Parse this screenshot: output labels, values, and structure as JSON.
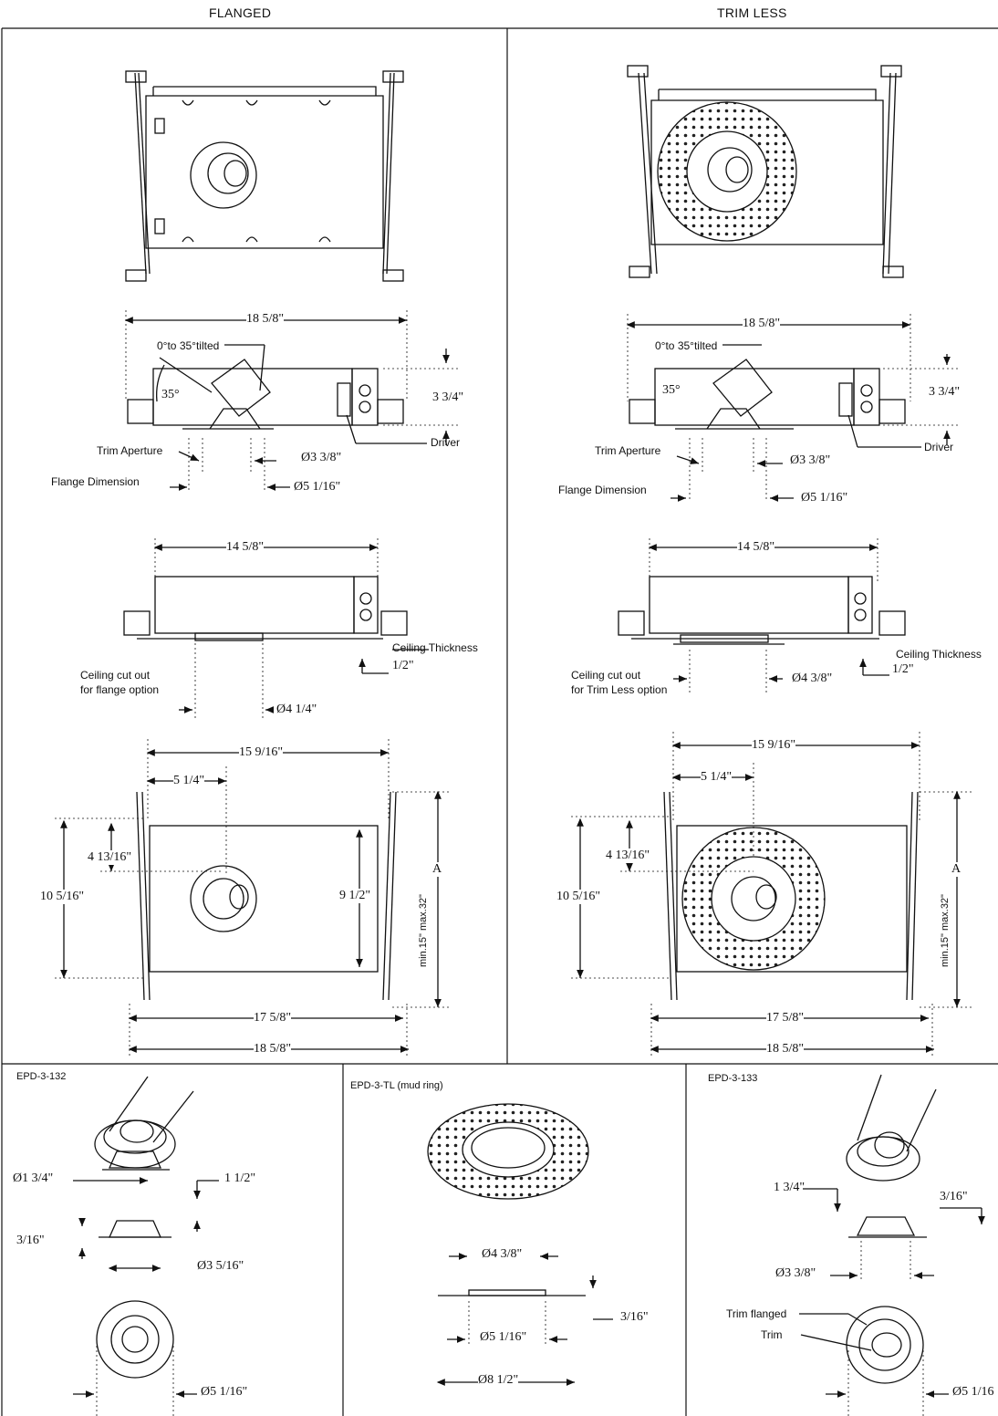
{
  "headers": {
    "left": "FLANGED",
    "right": "TRIM LESS"
  },
  "flanged": {
    "side": {
      "overall_width": "18 5/8\"",
      "tilt_label": "0°to 35°tilted",
      "angle": "35°",
      "height": "3 3/4\"",
      "trim_aperture": "Trim Aperture",
      "flange_dimension": "Flange Dimension",
      "aperture_dia": "Ø3 3/8\"",
      "flange_dia": "Ø5 1/16\"",
      "driver": "Driver"
    },
    "mid": {
      "width": "14 5/8\"",
      "ceiling_thickness": "Ceiling Thickness",
      "thickness": "1/2\"",
      "cutout_label_1": "Ceiling cut out",
      "cutout_label_2": "for flange option",
      "cutout_dia": "Ø4 1/4\""
    },
    "plan": {
      "width_top": "15 9/16\"",
      "offset": "5 1/4\"",
      "depth_offset": "4 13/16\"",
      "depth": "10 5/16\"",
      "inner_height": "9 1/2\"",
      "a_label": "A",
      "range": "min.15\" max.32\"",
      "width_inner": "17 5/8\"",
      "width_outer": "18 5/8\""
    }
  },
  "trimless": {
    "side": {
      "overall_width": "18 5/8\"",
      "tilt_label": "0°to 35°tilted",
      "angle": "35°",
      "height": "3 3/4\"",
      "trim_aperture": "Trim Aperture",
      "flange_dimension": "Flange Dimension",
      "aperture_dia": "Ø3 3/8\"",
      "flange_dia": "Ø5 1/16\"",
      "driver": "Driver"
    },
    "mid": {
      "width": "14 5/8\"",
      "ceiling_thickness": "Ceiling Thickness",
      "thickness": "1/2\"",
      "cutout_label_1": "Ceiling cut out",
      "cutout_label_2": "for Trim Less option",
      "cutout_dia": "Ø4 3/8\""
    },
    "plan": {
      "width_top": "15 9/16\"",
      "offset": "5 1/4\"",
      "depth_offset": "4 13/16\"",
      "depth": "10 5/16\"",
      "a_label": "A",
      "range": "min.15\" max.32\"",
      "width_inner": "17 5/8\"",
      "width_outer": "18 5/8\""
    }
  },
  "bottom": {
    "p1": {
      "title": "EPD-3-132",
      "d1": "Ø1 3/4\"",
      "d2": "1 1/2\"",
      "d3": "3/16\"",
      "d4": "Ø3 5/16\"",
      "d5": "Ø5 1/16\""
    },
    "p2": {
      "title": "EPD-3-TL (mud ring)",
      "d1": "Ø4 3/8\"",
      "d2": "3/16\"",
      "d3": "Ø5 1/16\"",
      "d4": "Ø8 1/2\""
    },
    "p3": {
      "title": "EPD-3-133",
      "d1": "1 3/4\"",
      "d2": "3/16\"",
      "d3": "Ø3 3/8\"",
      "trim_flanged": "Trim flanged",
      "trim": "Trim",
      "d4": "Ø5 1/16"
    }
  }
}
